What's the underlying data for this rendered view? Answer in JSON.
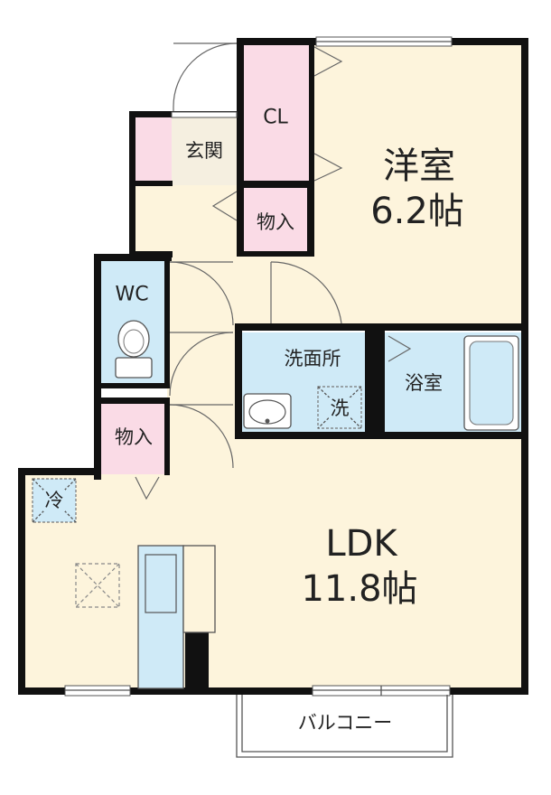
{
  "colors": {
    "floor": "#fdf4dc",
    "closet": "#fadbe6",
    "wet": "#cfeaf7",
    "wall": "#111111"
  },
  "rooms": {
    "western": {
      "name": "洋室",
      "size": "6.2帖"
    },
    "ldk": {
      "name": "LDK",
      "size": "11.8帖"
    },
    "closet": "CL",
    "entrance": "玄関",
    "storage_top": "物入",
    "storage_left": "物入",
    "wc": "WC",
    "washroom": "洗面所",
    "bathroom": "浴室",
    "balcony": "バルコニー"
  },
  "fixtures": {
    "washer": "洗",
    "fridge": "冷"
  }
}
